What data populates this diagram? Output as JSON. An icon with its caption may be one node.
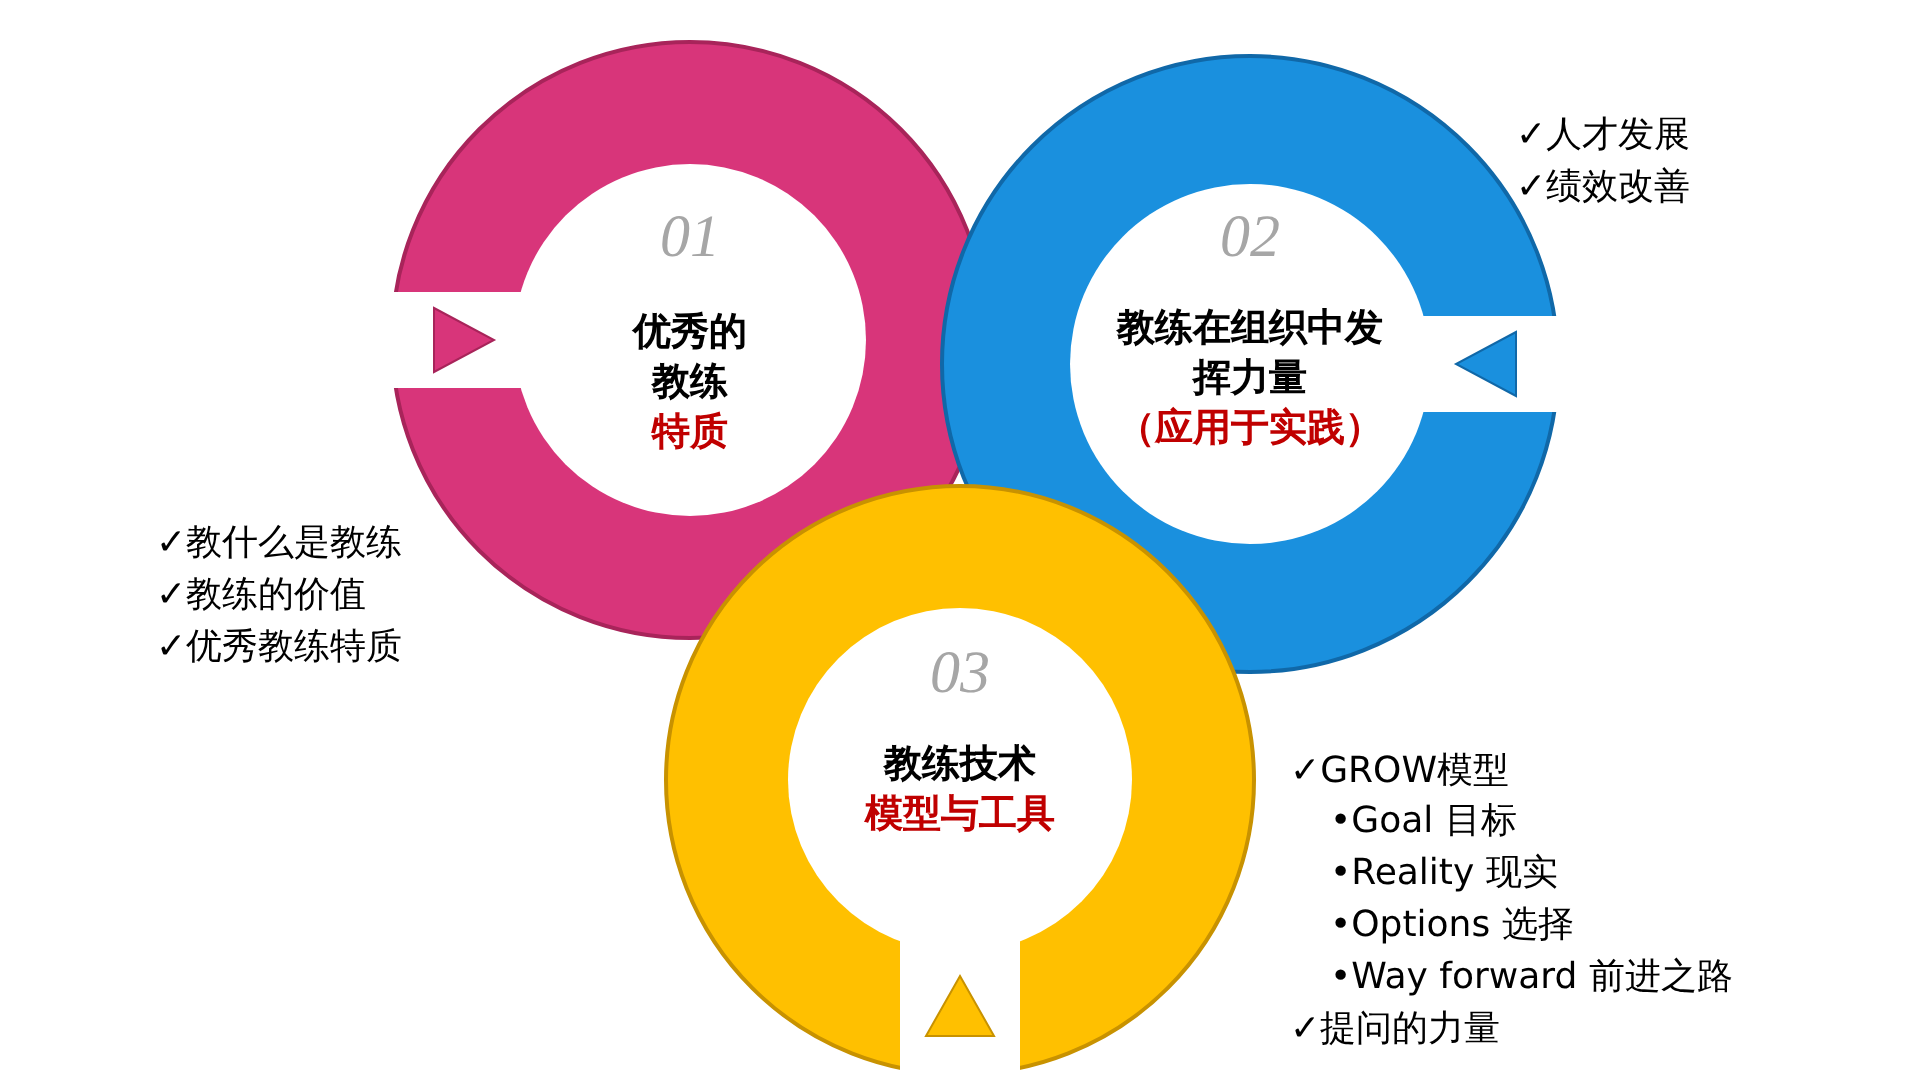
{
  "diagram": {
    "nodes": [
      {
        "text": [
          "01",
          "优秀的教练",
          "特质"
        ]
      },
      {
        "text": [
          "02",
          "教练在组织中发挥力量",
          "（应用于实践）"
        ]
      },
      {
        "text": [
          "03",
          "教练技术",
          "模型与工具"
        ]
      }
    ],
    "labels": [
      "✓人才发展",
      "✓绩效改善",
      "✓教什么是教练",
      "✓教练的价值",
      "✓优秀教练特质",
      "✓GROW模型",
      "•Goal 目标",
      "•Reality 现实",
      "•Options 选择",
      "•Way forward 前进之路",
      "✓提问的力量"
    ]
  }
}
